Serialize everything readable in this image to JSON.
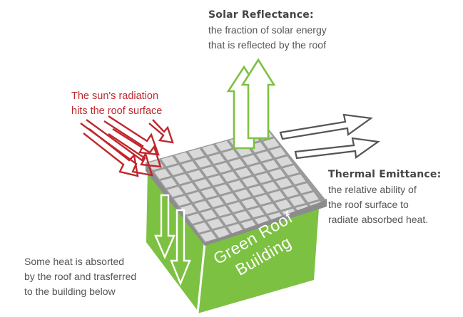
{
  "sun_label": {
    "line1": "The sun's radiation",
    "line2": "hits the roof surface"
  },
  "solar_reflectance": {
    "title": "Solar Reflectance:",
    "line1": "the fraction of solar energy",
    "line2": "that is reflected by the roof"
  },
  "thermal_emittance": {
    "title": "Thermal Emittance:",
    "line1": "the relative ability of",
    "line2": "the roof surface to",
    "line3": "radiate absorbed heat."
  },
  "absorbed_heat": {
    "line1": "Some heat is absorted",
    "line2": "by the roof and trasferred",
    "line3": "to the building below"
  },
  "building": {
    "line1": "Green Roof",
    "line2": "Building"
  },
  "colors": {
    "sun_arrow": "#c0272d",
    "reflect_arrow": "#7dc142",
    "emit_arrow": "#555555",
    "building_green": "#7dc142",
    "roof_tile": "#d9d9d9",
    "roof_grout": "#9a9a9a"
  },
  "icons": [
    "sun-ray-arrow",
    "reflect-arrow",
    "emit-arrow",
    "heat-down-arrow",
    "roof-tile"
  ]
}
